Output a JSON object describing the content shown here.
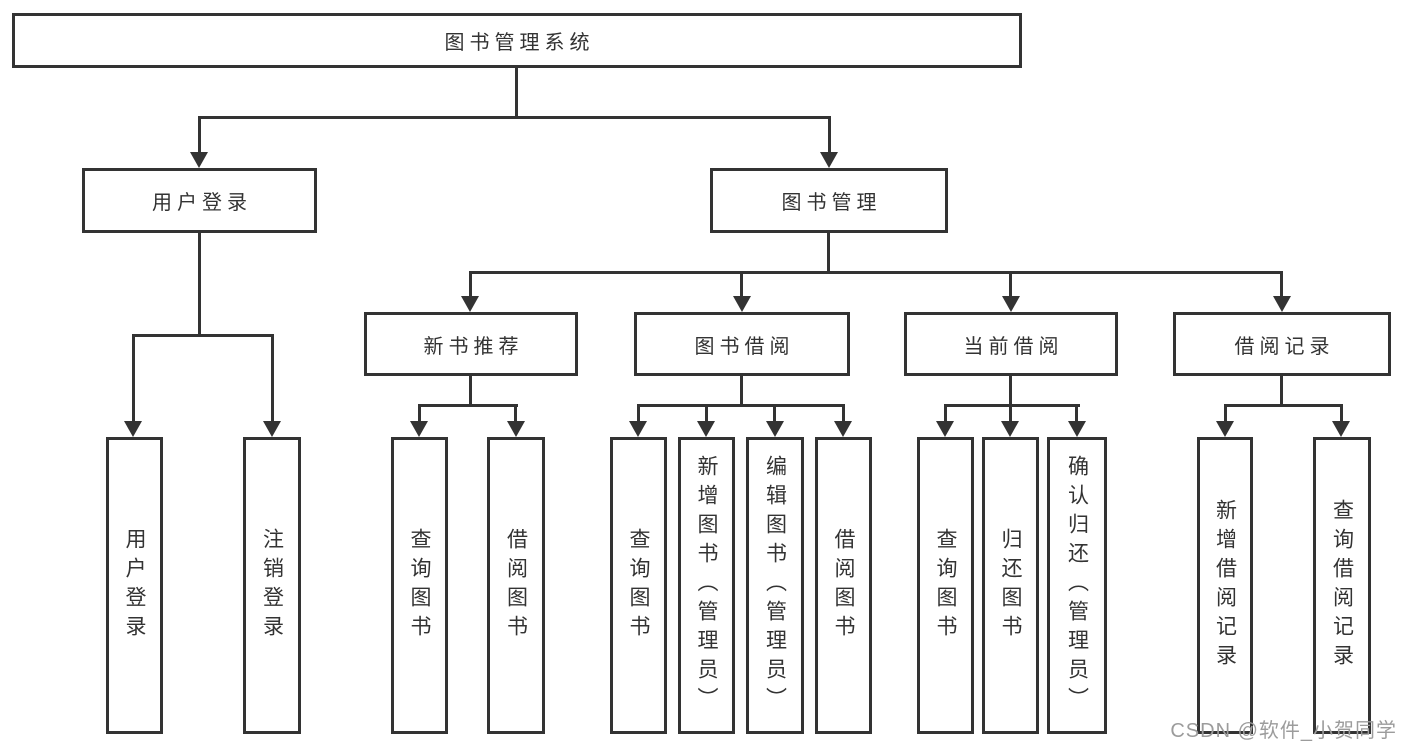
{
  "meta": {
    "background_color": "#ffffff",
    "line_color": "#333333",
    "text_color": "#333333",
    "node_fill": "#ffffff"
  },
  "watermark": {
    "text": "CSDN @软件_小贺同学",
    "color": "#9c9c9c"
  },
  "tree": {
    "root": {
      "label": "图书管理系统"
    },
    "branches": [
      {
        "label": "用户登录",
        "children": [
          {
            "label": "用户登录"
          },
          {
            "label": "注销登录"
          }
        ]
      },
      {
        "label": "图书管理",
        "children": [
          {
            "label": "新书推荐",
            "children": [
              {
                "label": "查询图书"
              },
              {
                "label": "借阅图书"
              }
            ]
          },
          {
            "label": "图书借阅",
            "children": [
              {
                "label": "查询图书"
              },
              {
                "label": "新增图书（管理员）"
              },
              {
                "label": "编辑图书（管理员）"
              },
              {
                "label": "借阅图书"
              }
            ]
          },
          {
            "label": "当前借阅",
            "children": [
              {
                "label": "查询图书"
              },
              {
                "label": "归还图书"
              },
              {
                "label": "确认归还（管理员）"
              }
            ]
          },
          {
            "label": "借阅记录",
            "children": [
              {
                "label": "新增借阅记录"
              },
              {
                "label": "查询借阅记录"
              }
            ]
          }
        ]
      }
    ]
  }
}
